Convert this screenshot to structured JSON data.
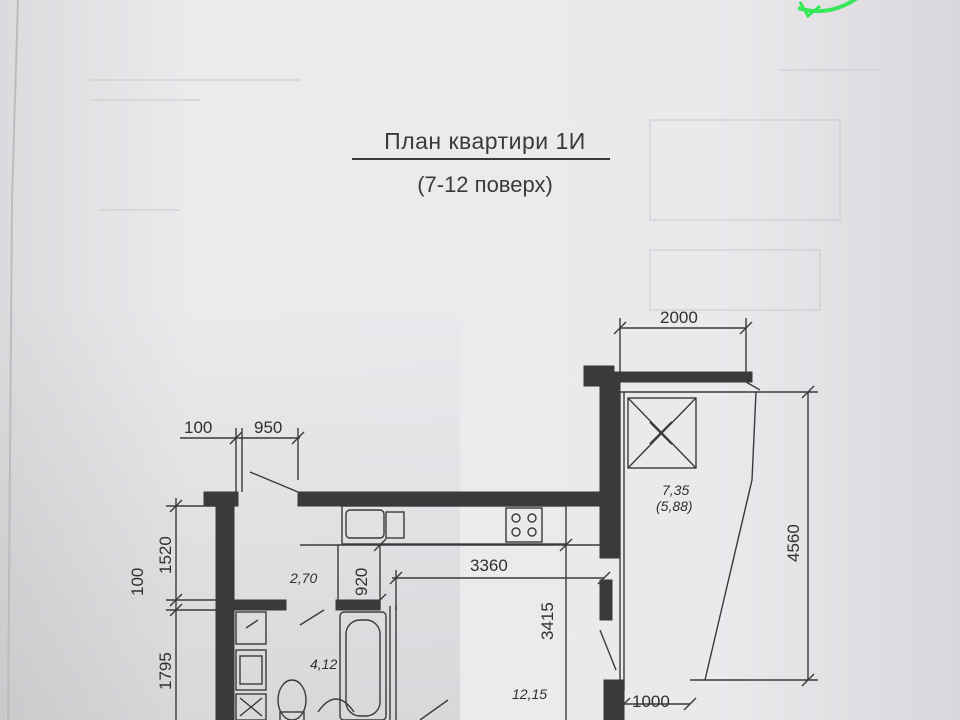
{
  "plan": {
    "title": "План квартири 1И",
    "subtitle": "(7-12 поверх)"
  },
  "dimensions": {
    "balcony_width": "2000",
    "balcony_depth": "4560",
    "top_left_100": "100",
    "top_left_950": "950",
    "left_1520": "1520",
    "left_100": "100",
    "left_1795": "1795",
    "bath_920": "920",
    "room_3360": "3360",
    "room_3415": "3415",
    "bottom_1000": "1000"
  },
  "areas": {
    "balcony": "7,35",
    "balcony_reduced": "(5,88)",
    "hall": "2,70",
    "bathroom": "4,12",
    "room": "12,15"
  },
  "colors": {
    "paper": "#e9e7ea",
    "wall": "#3a3a3c",
    "ink": "#303032",
    "marker": "#39e85a"
  },
  "icons": [
    "window-cross-icon",
    "stove-icon",
    "sink-icon",
    "bathtub-icon",
    "toilet-icon",
    "washbasin-icon",
    "arrow-marker-icon"
  ]
}
